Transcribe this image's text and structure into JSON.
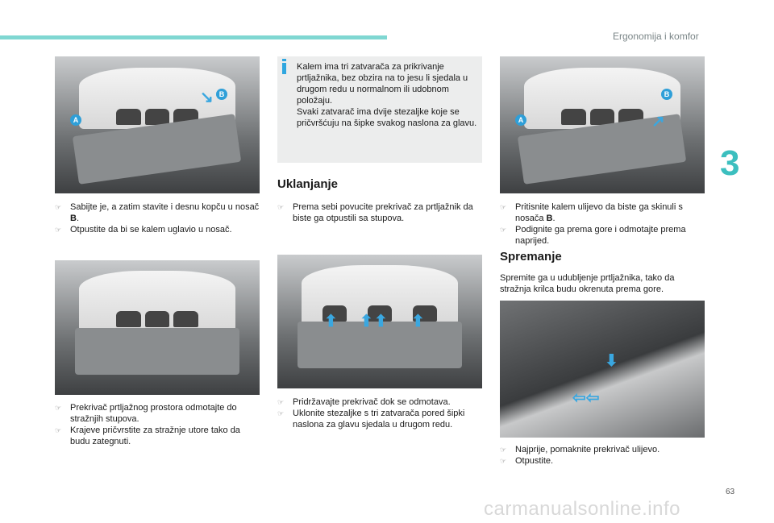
{
  "header": {
    "section": "Ergonomija i komfor",
    "chapter": "3"
  },
  "page_number": "63",
  "watermark": "carmanualsonline.info",
  "markers": {
    "a": "A",
    "b": "B"
  },
  "col1": {
    "steps1": [
      {
        "text": "Sabijte je, a zatim stavite i desnu kopču u nosač ",
        "bold": "B",
        "end": "."
      },
      {
        "text": "Otpustite da bi se kalem uglavio u nosač."
      }
    ],
    "steps2": [
      "Prekrivač prtljažnog prostora odmotajte do stražnjih stupova.",
      "Krajeve pričvrstite za stražnje utore tako da budu zategnuti."
    ]
  },
  "col2": {
    "info": "Kalem ima tri zatvarača za prikrivanje prtljažnika, bez obzira na to jesu li sjedala u drugom redu u normalnom ili udobnom položaju.\nSvaki zatvarač ima dvije stezaljke koje se pričvršćuju na šipke svakog naslona za glavu.",
    "heading": "Uklanjanje",
    "steps1": [
      "Prema sebi povucite prekrivač za prtljažnik da biste ga otpustili sa stupova."
    ],
    "steps2": [
      "Pridržavajte prekrivač dok se odmotava.",
      "Uklonite stezaljke s tri zatvarača pored šipki naslona za glavu sjedala u drugom redu."
    ]
  },
  "col3": {
    "steps1": [
      {
        "text": "Pritisnite kalem ulijevo da biste ga skinuli s nosača ",
        "bold": "B",
        "end": "."
      },
      {
        "text": "Podignite ga prema gore i odmotajte prema naprijed."
      }
    ],
    "heading": "Spremanje",
    "para": "Spremite ga u udubljenje prtljažnika, tako da stražnja krilca budu okrenuta prema gore.",
    "steps2": [
      "Najprije, pomaknite prekrivač ulijevo.",
      "Otpustite."
    ]
  },
  "colors": {
    "accent": "#3cbfbf",
    "info_icon": "#2fa6df"
  }
}
